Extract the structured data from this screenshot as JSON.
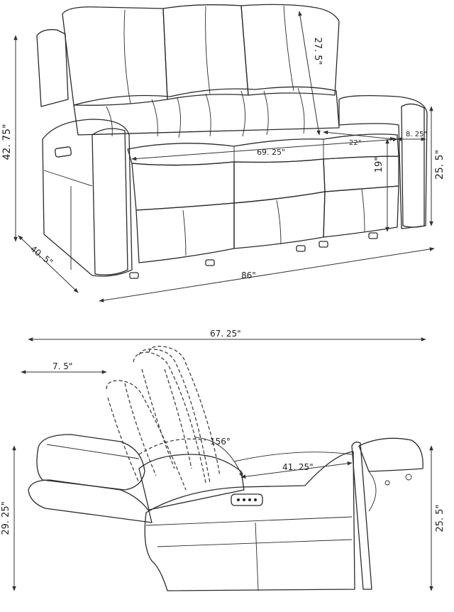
{
  "top_view": {
    "dim_total_height": "42. 75\"",
    "dim_back_height": "27. 5\"",
    "dim_arm_width": "8. 25\"",
    "dim_seat_width": "69. 25\"",
    "dim_seat_depth": "22\"",
    "dim_seat_height": "19\"",
    "dim_arm_height": "25. 5\"",
    "dim_depth": "40. 5\"",
    "dim_width": "86\""
  },
  "side_view": {
    "dim_reclined_length": "67. 25\"",
    "dim_wall_clearance": "7. 5\"",
    "dim_recline_angle": "156°",
    "dim_seat_to_footrest": "41. 25\"",
    "dim_reclined_height": "29. 25\"",
    "dim_side_arm_height": "25. 5\""
  },
  "icons": {
    "arrow": "dimension-arrow-icon",
    "control": "power-button-panel-icon"
  }
}
